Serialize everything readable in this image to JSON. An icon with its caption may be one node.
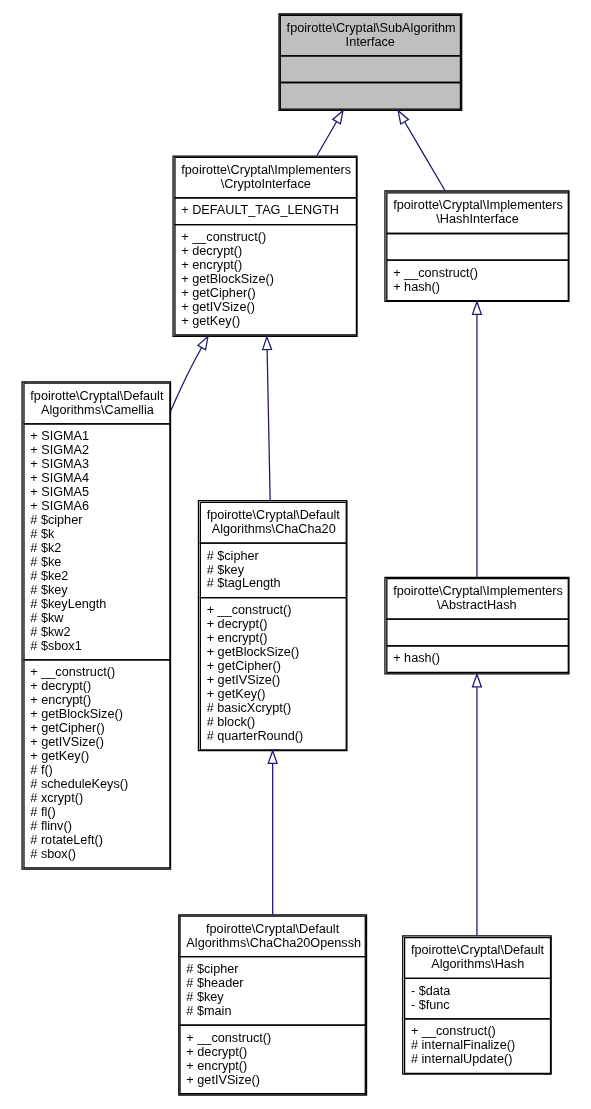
{
  "diagram": {
    "nodes": [
      {
        "text": [
          "fpoirotte\\Cryptal\\SubAlgorithm Interface"
        ]
      },
      {
        "text": [
          "fpoirotte\\Cryptal\\Implementers \\CryptoInterface",
          "+ DEFAULT_TAG_LENGTH",
          "+ __construct()",
          "+ decrypt()",
          "+ encrypt()",
          "+ getBlockSize()",
          "+ getCipher()",
          "+ getIVSize()",
          "+ getKey()"
        ]
      },
      {
        "text": [
          "fpoirotte\\Cryptal\\Implementers \\HashInterface",
          "+ __construct()",
          "+ hash()"
        ]
      },
      {
        "text": [
          "fpoirotte\\Cryptal\\Default Algorithms\\Camellia",
          "+ SIGMA1",
          "+ SIGMA2",
          "+ SIGMA3",
          "+ SIGMA4",
          "+ SIGMA5",
          "+ SIGMA6",
          "# $cipher",
          "# $k",
          "# $k2",
          "# $ke",
          "# $ke2",
          "# $key",
          "# $keyLength",
          "# $kw",
          "# $kw2",
          "# $sbox1",
          "+ __construct()",
          "+ decrypt()",
          "+ encrypt()",
          "+ getBlockSize()",
          "+ getCipher()",
          "+ getIVSize()",
          "+ getKey()",
          "# f()",
          "# scheduleKeys()",
          "# xcrypt()",
          "# fl()",
          "# flinv()",
          "# rotateLeft()",
          "# sbox()"
        ]
      },
      {
        "text": [
          "fpoirotte\\Cryptal\\Default Algorithms\\ChaCha20",
          "# $cipher",
          "# $key",
          "# $tagLength",
          "+ __construct()",
          "+ decrypt()",
          "+ encrypt()",
          "+ getBlockSize()",
          "+ getCipher()",
          "+ getIVSize()",
          "+ getKey()",
          "# basicXcrypt()",
          "# block()",
          "# quarterRound()"
        ]
      },
      {
        "text": [
          "fpoirotte\\Cryptal\\Implementers \\AbstractHash",
          "+ hash()"
        ]
      },
      {
        "text": [
          "fpoirotte\\Cryptal\\Default Algorithms\\ChaCha20Openssh",
          "# $cipher",
          "# $header",
          "# $key",
          "# $main",
          "+ __construct()",
          "+ decrypt()",
          "+ encrypt()",
          "+ getIVSize()"
        ]
      },
      {
        "text": [
          "fpoirotte\\Cryptal\\Default Algorithms\\Hash",
          "- $data",
          "- $func",
          "+ __construct()",
          "# internalFinalize()",
          "# internalUpdate()"
        ]
      }
    ],
    "edges": [
      {
        "from": 1,
        "to": 0,
        "arrow": "to"
      },
      {
        "from": 2,
        "to": 0,
        "arrow": "to"
      },
      {
        "from": 3,
        "to": 1,
        "arrow": "to"
      },
      {
        "from": 4,
        "to": 1,
        "arrow": "to"
      },
      {
        "from": 5,
        "to": 2,
        "arrow": "to"
      },
      {
        "from": 6,
        "to": 4,
        "arrow": "to"
      },
      {
        "from": 7,
        "to": 5,
        "arrow": "to"
      }
    ]
  }
}
